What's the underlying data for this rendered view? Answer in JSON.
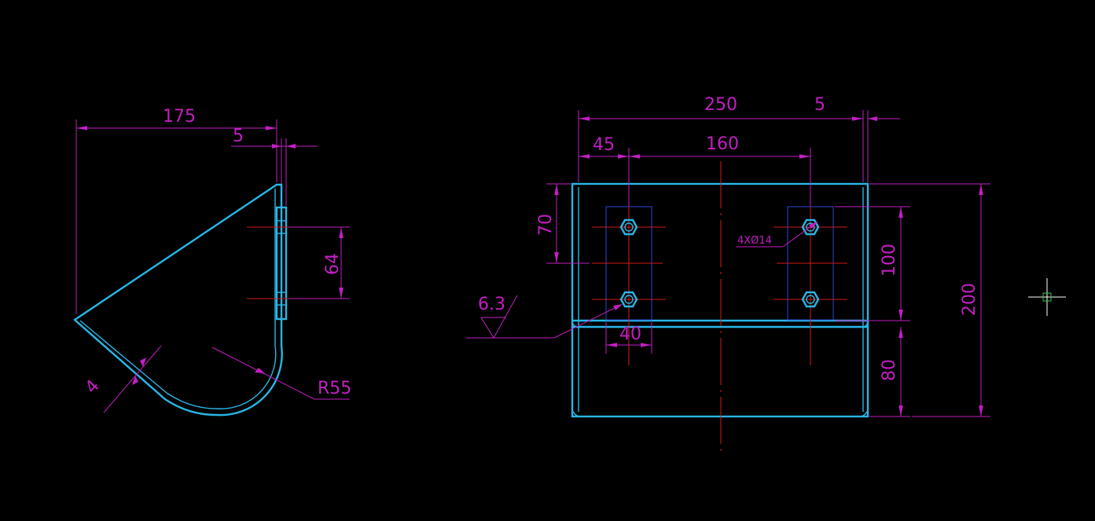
{
  "side_view": {
    "dim_width": "175",
    "dim_plate": "5",
    "dim_hole_spacing": "64",
    "dim_thickness": "4",
    "dim_radius": "R55"
  },
  "front_view": {
    "dim_overall_width": "250",
    "dim_plate": "5",
    "dim_edge_offset": "45",
    "dim_hole_spacing_x": "160",
    "dim_top_offset": "70",
    "dim_hole_spacing_y": "100",
    "dim_lower_height": "80",
    "dim_overall_height": "200",
    "dim_slot_width": "40",
    "hole_note": "4XØ14",
    "roughness": "6.3"
  },
  "colors": {
    "outline": "#29b6e6",
    "dimension": "#c21fc2",
    "centerline": "#d61a1a",
    "hidden": "#2a49d9",
    "background": "#000000"
  }
}
